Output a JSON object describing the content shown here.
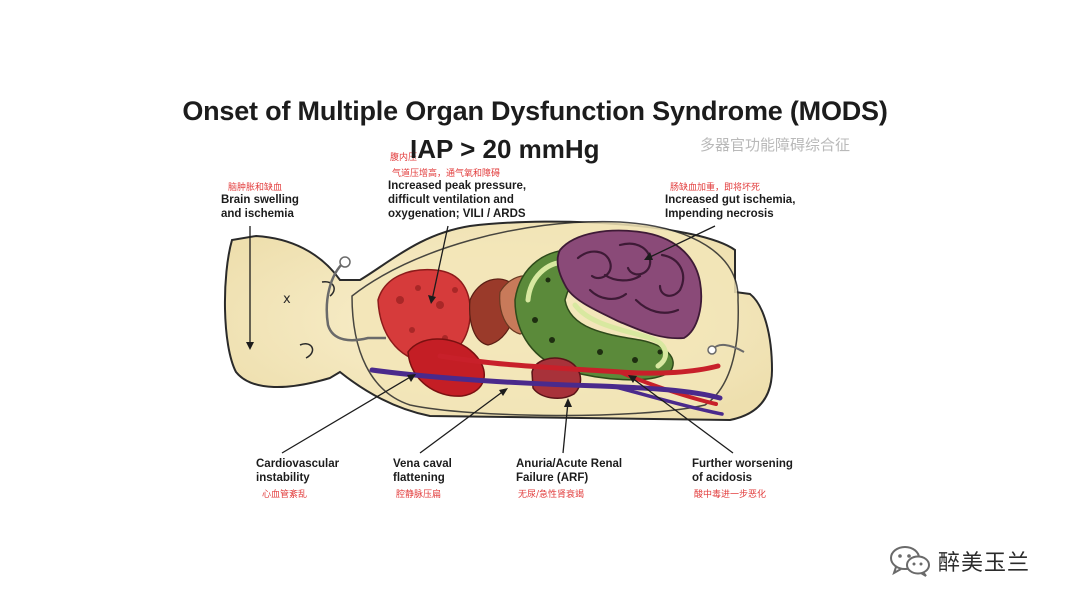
{
  "title": "Onset of Multiple Organ Dysfunction Syndrome (MODS)",
  "subtitle": "IAP > 20 mmHg",
  "title_cn": "多器官功能障碍综合征",
  "subtitle_cn": "腹内压",
  "labels": {
    "brain": {
      "en": "Brain swelling\nand ischemia",
      "cn": "脑肿胀和缺血"
    },
    "lung": {
      "en": "Increased peak pressure,\ndifficult ventilation and\noxygenation; VILI / ARDS",
      "cn": "气道压增高，通气氧和障碍"
    },
    "gut": {
      "en": "Increased gut ischemia,\nImpending necrosis",
      "cn": "肠缺血加重，即将坏死"
    },
    "cardio": {
      "en": "Cardiovascular\ninstability",
      "cn": "心血管紊乱"
    },
    "vena": {
      "en": "Vena caval\nflattening",
      "cn": "腔静脉压扁"
    },
    "renal": {
      "en": "Anuria/Acute Renal\nFailure (ARF)",
      "cn": "无尿/急性肾衰竭"
    },
    "acidosis": {
      "en": "Further worsening\nof acidosis",
      "cn": "酸中毒进一步恶化"
    }
  },
  "brand": {
    "name": "醉美玉兰",
    "icon": "wechat-icon"
  },
  "colors": {
    "body_fill": "#f7ecc4",
    "body_stroke": "#2a2a2a",
    "abdomen_fill": "#f2e4b0",
    "heart": "#d4242b",
    "intestine": "#8a4a78",
    "colon": "#5b8a3a",
    "vessel_red": "#c8202a",
    "vessel_blue": "#4a2a8c",
    "cn_red": "#e23c3c"
  }
}
